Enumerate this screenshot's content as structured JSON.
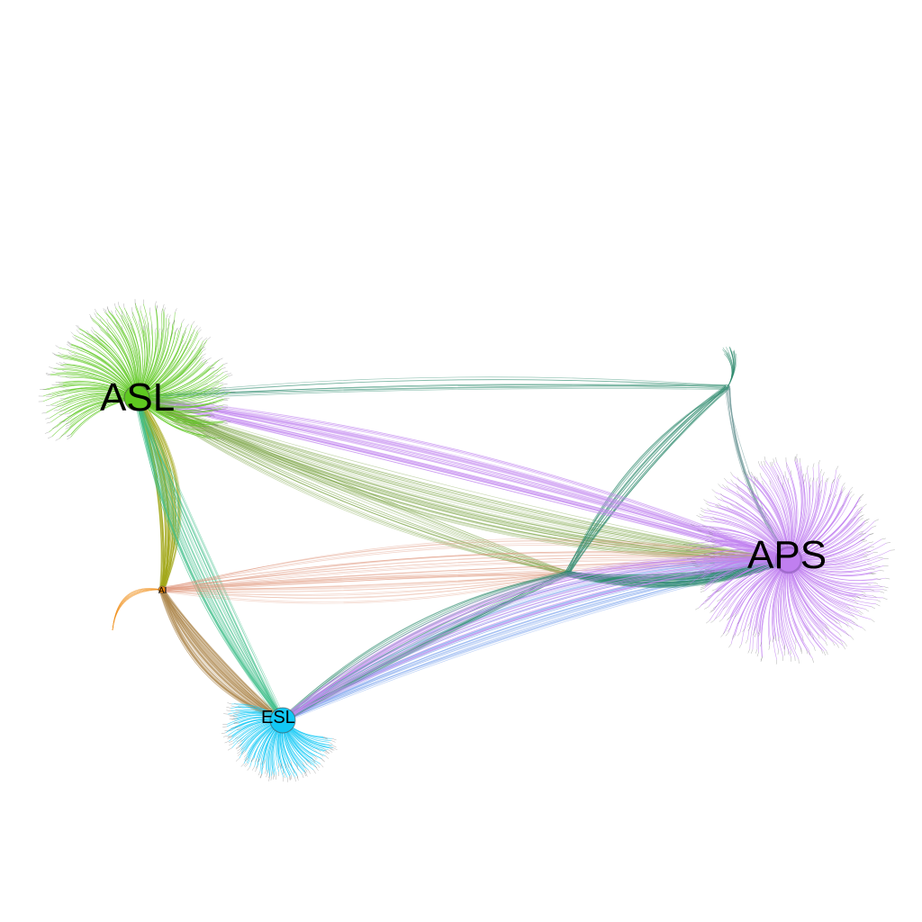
{
  "hubs": [
    {
      "id": "asl",
      "label": "ASL",
      "color": "#5ec820"
    },
    {
      "id": "aps",
      "label": "APS",
      "color": "#c07ff0"
    },
    {
      "id": "esl",
      "label": "ESL",
      "color": "#12c8f5"
    },
    {
      "id": "ai",
      "label": "AI",
      "color": "#f08a10"
    }
  ],
  "edge_colors": {
    "asl_ai": "#a3a81a",
    "ai_esl": "#b08a50",
    "asl_esl": "#3fbf8a",
    "teal": "#2e8b6e",
    "purple": "#c48cf0",
    "blue": "#7fa8f0",
    "salmon": "#e09a80",
    "olive": "#7ea64a"
  }
}
